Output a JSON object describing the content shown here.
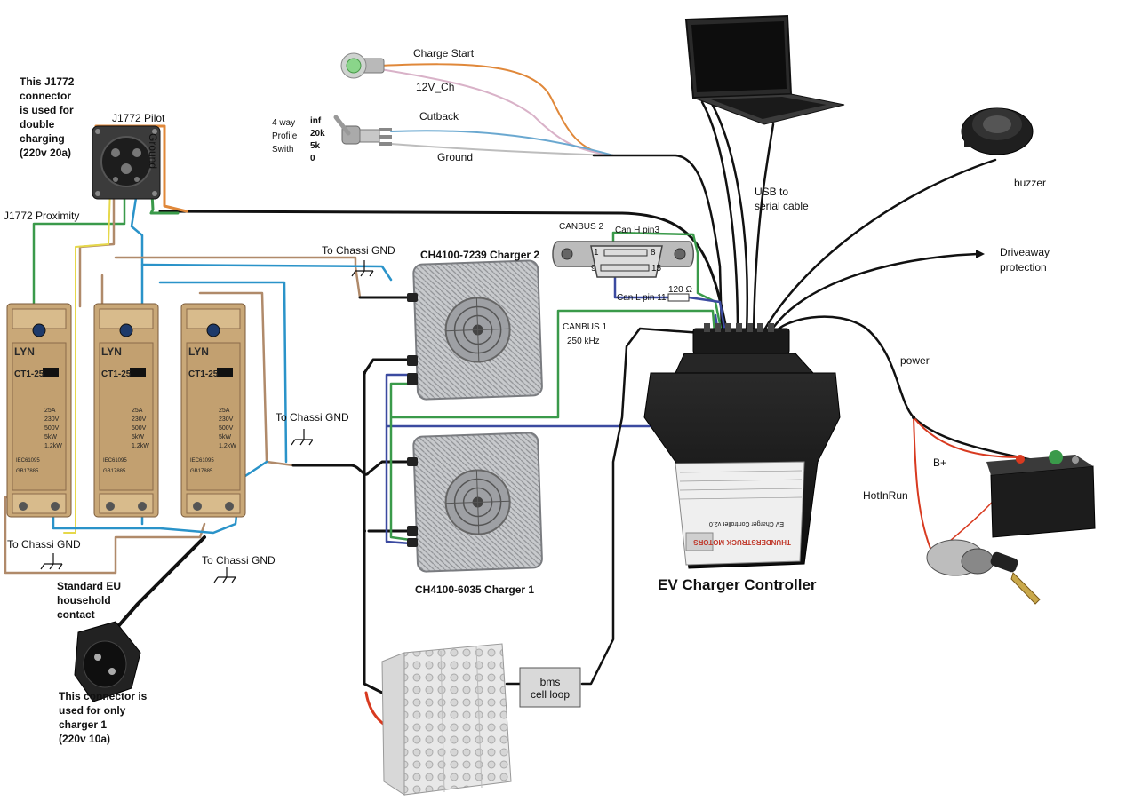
{
  "labels": {
    "charge_start": "Charge Start",
    "v12_ch": "12V_Ch",
    "cutback": "Cutback",
    "ground": "Ground",
    "profile_switch_title": [
      "4 way",
      "Profile",
      "Swith"
    ],
    "profile_values": [
      "inf",
      "20k",
      "5k",
      "0"
    ],
    "j1772_note": [
      "This J1772",
      "connector",
      "is used for",
      "double",
      "charging",
      "(220v 20a)"
    ],
    "j1772_pilot": "J1772 Pilot",
    "ground_vertical": "Ground",
    "j1772_proximity": "J1772 Proximity",
    "chassi_gnd": "To Chassi GND",
    "charger2": "CH4100-7239 Charger 2",
    "charger1": "CH4100-6035 Charger 1",
    "canbus2": "CANBUS 2",
    "can_h": "Can H pin3",
    "can_l": "Can L pin 11",
    "resistor": "120 Ω",
    "canbus1": "CANBUS 1",
    "canbus1_speed": "250 kHz",
    "usb_serial": [
      "USB to",
      "serial cable"
    ],
    "buzzer": "buzzer",
    "driveaway": [
      "Driveaway",
      "protection"
    ],
    "power": "power",
    "b_plus": "B+",
    "hot_in_run": "HotInRun",
    "controller": "EV Charger Controller",
    "bms": [
      "bms",
      "cell loop"
    ],
    "eu_plug_note": [
      "Standard EU",
      "household",
      "contact"
    ],
    "eu_connector_note": [
      "This connector is",
      "used for only",
      "charger 1",
      "(220v 10a)"
    ],
    "contactor_brand": "LYN",
    "contactor_model": "CT1-25",
    "contactor_specs": [
      "25A",
      "230V",
      "500V",
      "5kW",
      "1.2kW"
    ],
    "contactor_standard": [
      "IEC61095",
      "GB17885"
    ],
    "connector_pins": [
      "1",
      "8",
      "9",
      "15"
    ],
    "controller_brand": "THUNDERSTRUCK MOTORS",
    "controller_sub": "EV Charger Controller v2.0"
  },
  "colors": {
    "wire_green": "#3a9a4a",
    "wire_blue": "#2a93c9",
    "wire_tan": "#b08a6a",
    "wire_yellow": "#e6d84a",
    "wire_orange": "#e0883a",
    "wire_black": "#111111",
    "wire_navy": "#3b4aa0",
    "wire_red": "#d83a20",
    "contactor_body": "#c9a878"
  }
}
